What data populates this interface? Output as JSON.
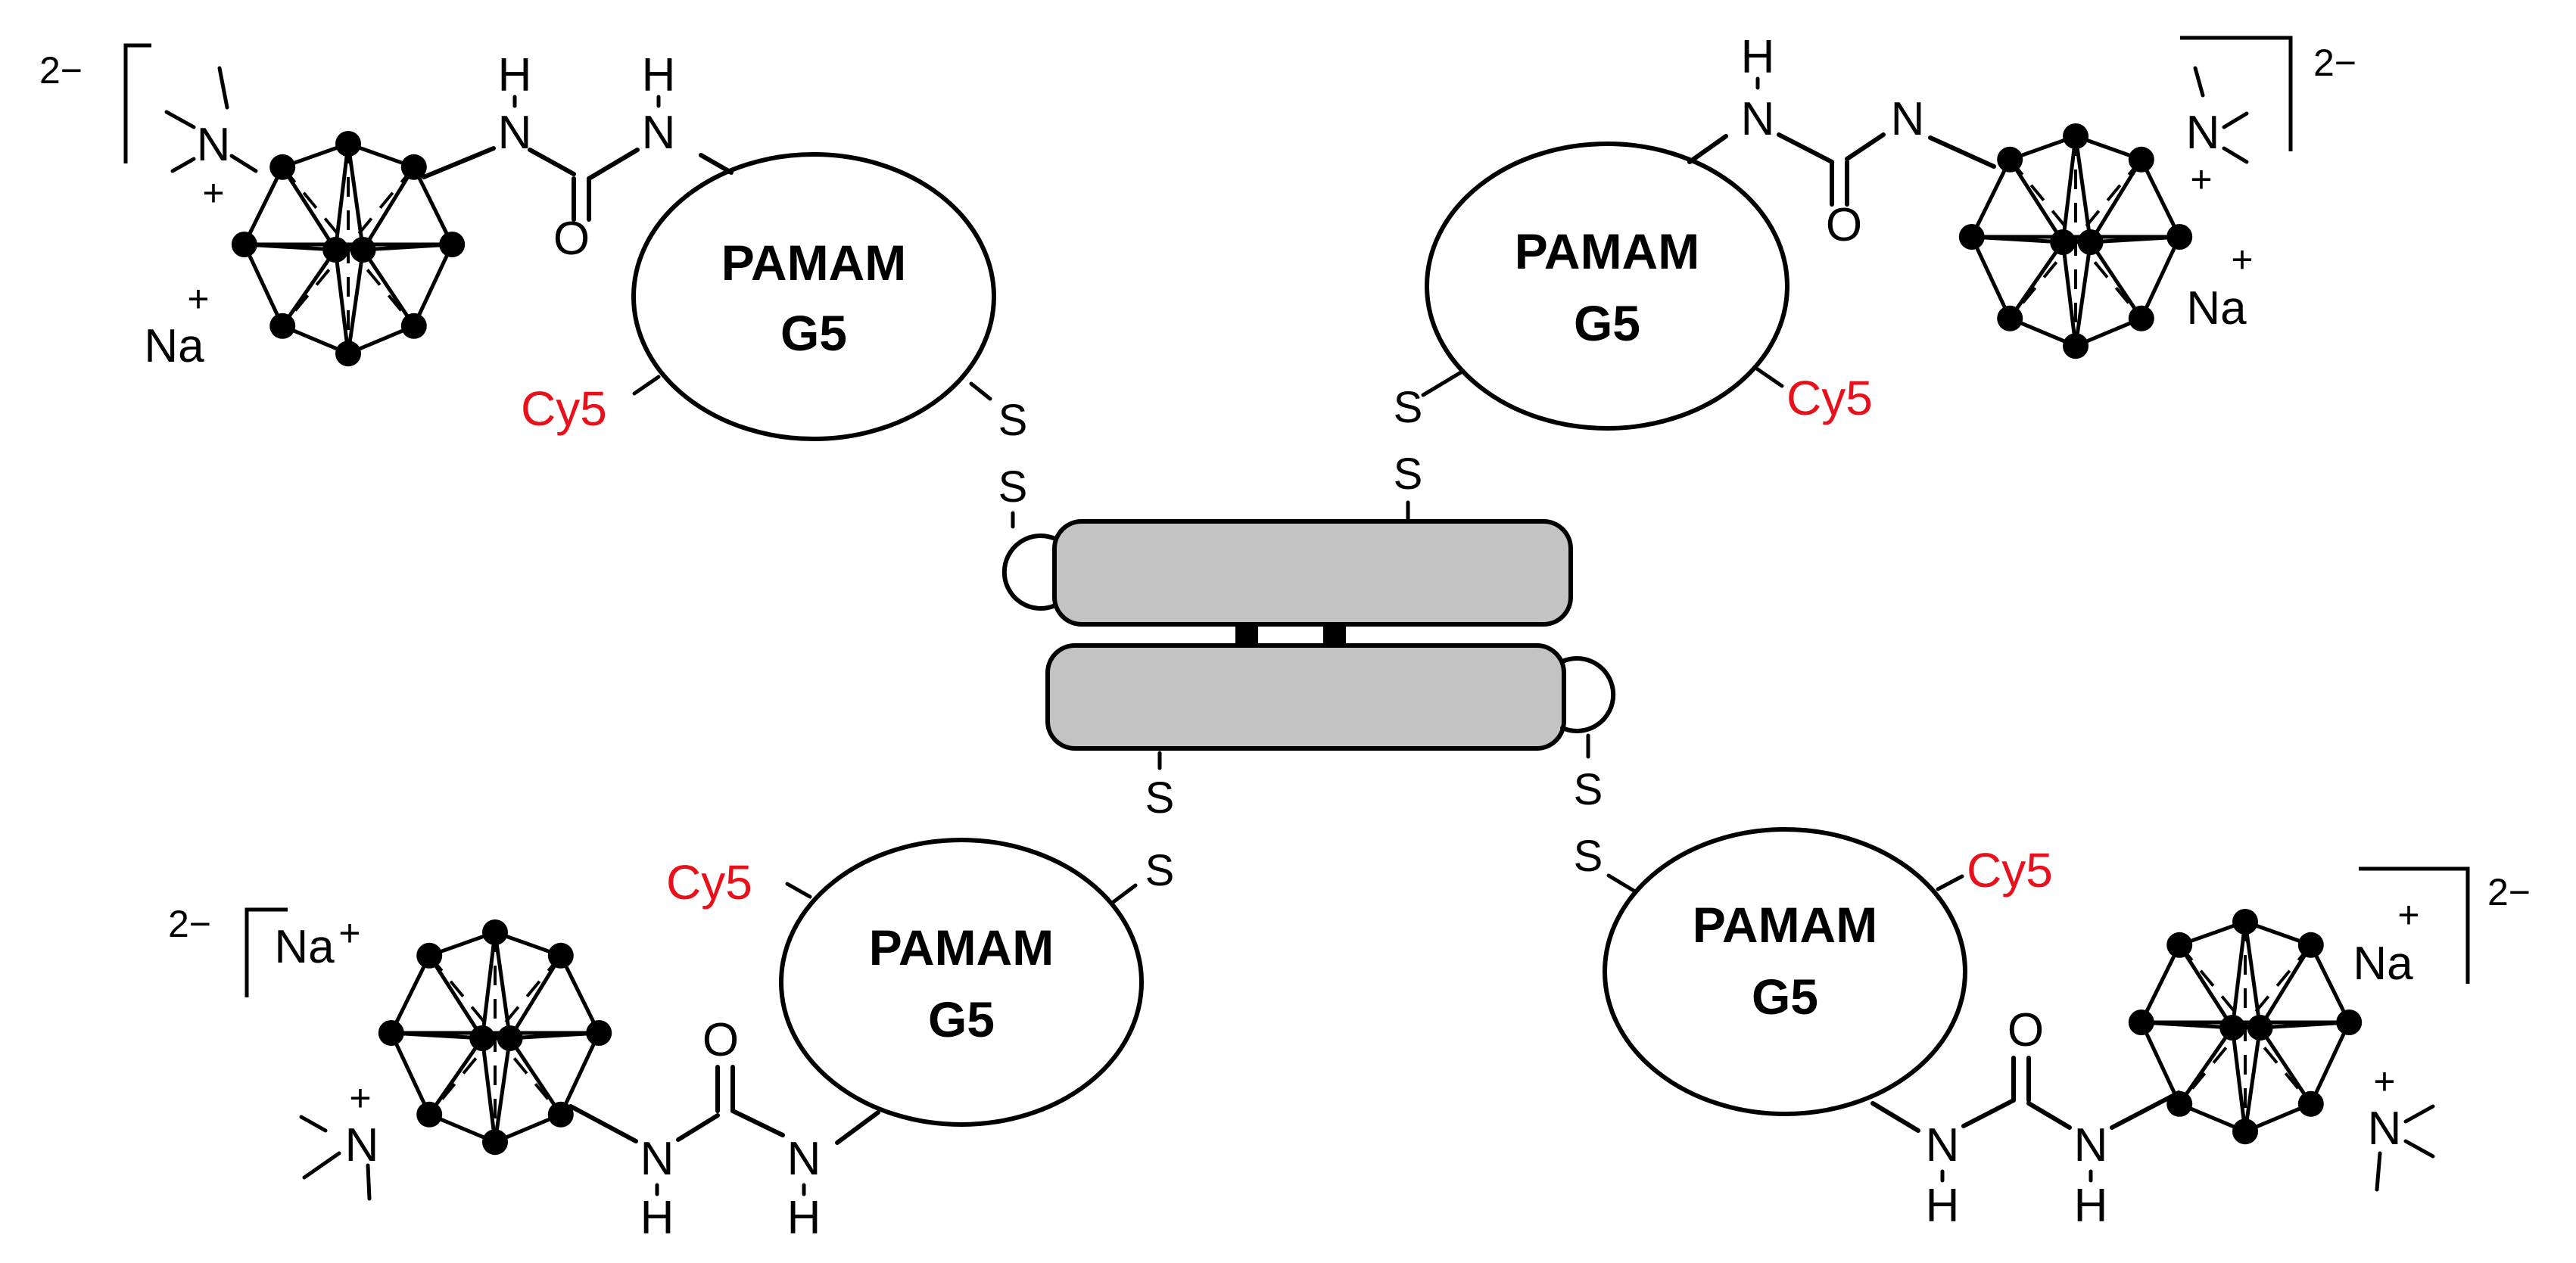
{
  "core": {
    "description_labels": []
  },
  "linker": {
    "s_label": "S"
  },
  "dendrimer": {
    "line1": "PAMAM",
    "line2": "G5",
    "dye": "Cy5"
  },
  "urea": {
    "nh_n": "N",
    "nh_h": "H",
    "carbonyl_o": "O"
  },
  "cluster": {
    "ammonium_n": "N",
    "plus": "+",
    "counterion": "Na",
    "charge": "2−"
  },
  "colors": {
    "cy5_label": "#e8101b",
    "capsule_fill": "#c3c3c3"
  }
}
